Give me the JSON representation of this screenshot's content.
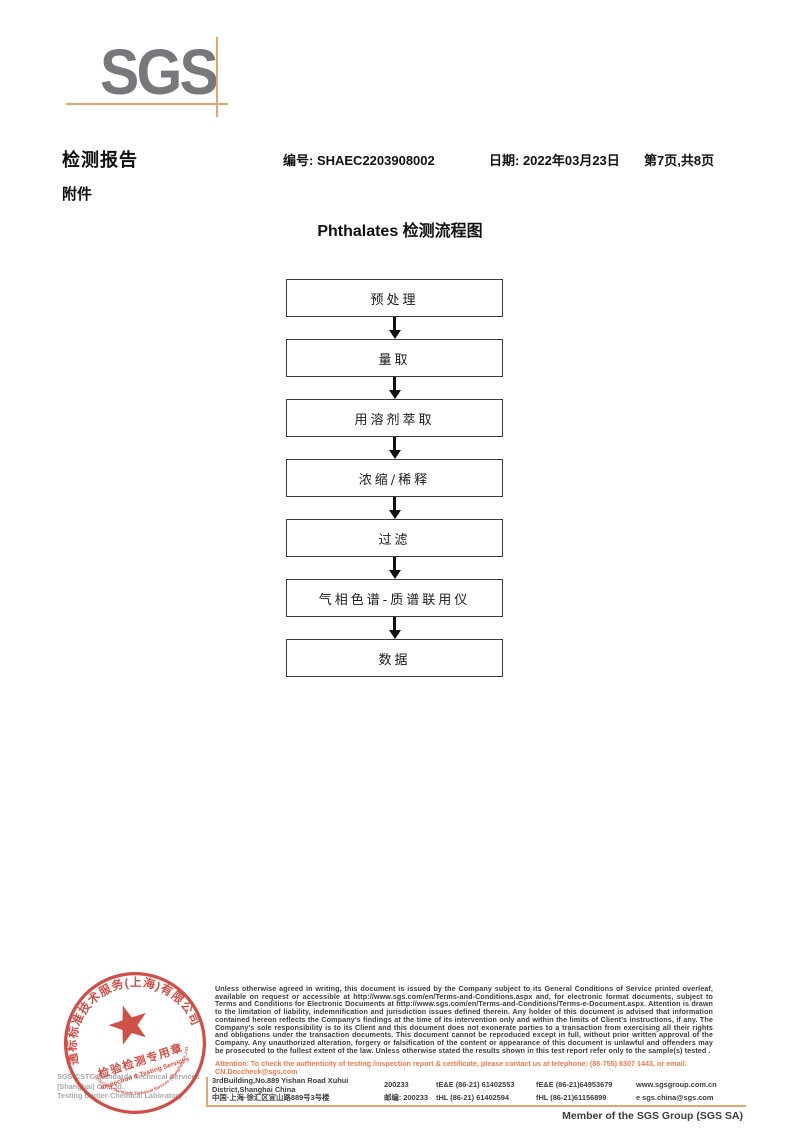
{
  "logo": {
    "text": "SGS"
  },
  "header": {
    "report_title": "检测报告",
    "report_number": "编号: SHAEC2203908002",
    "date": "日期: 2022年03月23日",
    "page_info": "第7页,共8页",
    "attachment_label": "附件"
  },
  "flowchart": {
    "title": "Phthalates 检测流程图",
    "steps": [
      "预处理",
      "量取",
      "用溶剂萃取",
      "浓缩/稀释",
      "过滤",
      "气相色谱-质谱联用仪",
      "数据"
    ]
  },
  "stamp": {
    "arc_top": "通标标准技术服务(上海)有限公司",
    "center_line1": "检验检测专用章",
    "center_line2": "Inspection & Testing Services",
    "arc_bottom": "SGS-CSTC Standards Technical Services (Shanghai) Co.,Ltd."
  },
  "footer": {
    "company_line1": "SGS-CSTC Standards Technical Services (Shanghai) Co.,Ltd.",
    "company_line2": "Testing Center-Chemical Laboratory .",
    "legal_text": "Unless otherwise agreed in writing, this document is issued by the Company subject to its General Conditions of Service printed overleaf, available on request or accessible at http://www.sgs.com/en/Terms-and-Conditions.aspx and, for electronic format documents, subject to Terms and Conditions for Electronic Documents at http://www.sgs.com/en/Terms-and-Conditions/Terms-e-Document.aspx. Attention is drawn to the limitation of liability, indemnification and jurisdiction issues defined therein. Any holder of this document is advised that information contained hereon reflects the Company's findings at the time of its intervention only and within the limits of Client's instructions, if any. The Company's sole responsibility is to its Client and this document does not exonerate parties to a transaction from exercising all their rights and obligations under the transaction documents. This document cannot be reproduced except in full, without prior written approval of the Company. Any unauthorized alteration, forgery or falsification of the content or appearance of this document is unlawful and offenders may be prosecuted to the fullest extent of the law. Unless otherwise stated the results shown in this test report refer only to the sample(s) tested .",
    "attention_text": "Attention: To check the authenticity of testing /inspection report & certificate, please contact us at telephone: (86-755) 8307 1443, or email: CN.Doccheck@sgs.com",
    "address_en": "3rdBuilding,No.889 Yishan Road Xuhui District,Shanghai China",
    "postcode_en": "200233",
    "tel1": "tE&E (86-21) 61402553",
    "fax1": "fE&E (86-21)64953679",
    "web": "www.sgsgroup.com.cn",
    "address_cn": "中国·上海·徐汇区宜山路889号3号楼",
    "postcode_cn": "邮编: 200233",
    "tel2": "tHL (86-21) 61402594",
    "fax2": "fHL (86-21)61156899",
    "email": "e sgs.china@sgs.com",
    "member_text": "Member of the SGS Group (SGS SA)"
  },
  "colors": {
    "accent_orange": "#e2a673",
    "attention_orange": "#e87c4e",
    "stamp_red": "#c9392f",
    "logo_gray": "#77787b"
  }
}
